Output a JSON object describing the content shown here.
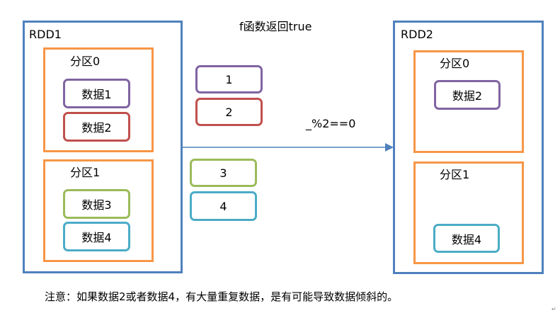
{
  "title": "f函数返回true",
  "condition": "_%2==0",
  "note": "注意：如果数据2或者数据4，有大量重复数据，是有可能导致数据倾斜的。",
  "return_mark": "↵",
  "rdd1": {
    "label": "RDD1",
    "partition0": {
      "label": "分区0",
      "items": [
        "数据1",
        "数据2"
      ]
    },
    "partition1": {
      "label": "分区1",
      "items": [
        "数据3",
        "数据4"
      ]
    }
  },
  "middle_items": [
    "1",
    "2",
    "3",
    "4"
  ],
  "rdd2": {
    "label": "RDD2",
    "partition0": {
      "label": "分区0",
      "items": [
        "数据2"
      ]
    },
    "partition1": {
      "label": "分区1",
      "items": [
        "数据4"
      ]
    }
  },
  "colors": {
    "rdd_border": "#4f81bd",
    "partition_border": "#f79646",
    "purple": "#8064a2",
    "red": "#c0504d",
    "green": "#9bbb59",
    "cyan": "#4bacc6"
  }
}
